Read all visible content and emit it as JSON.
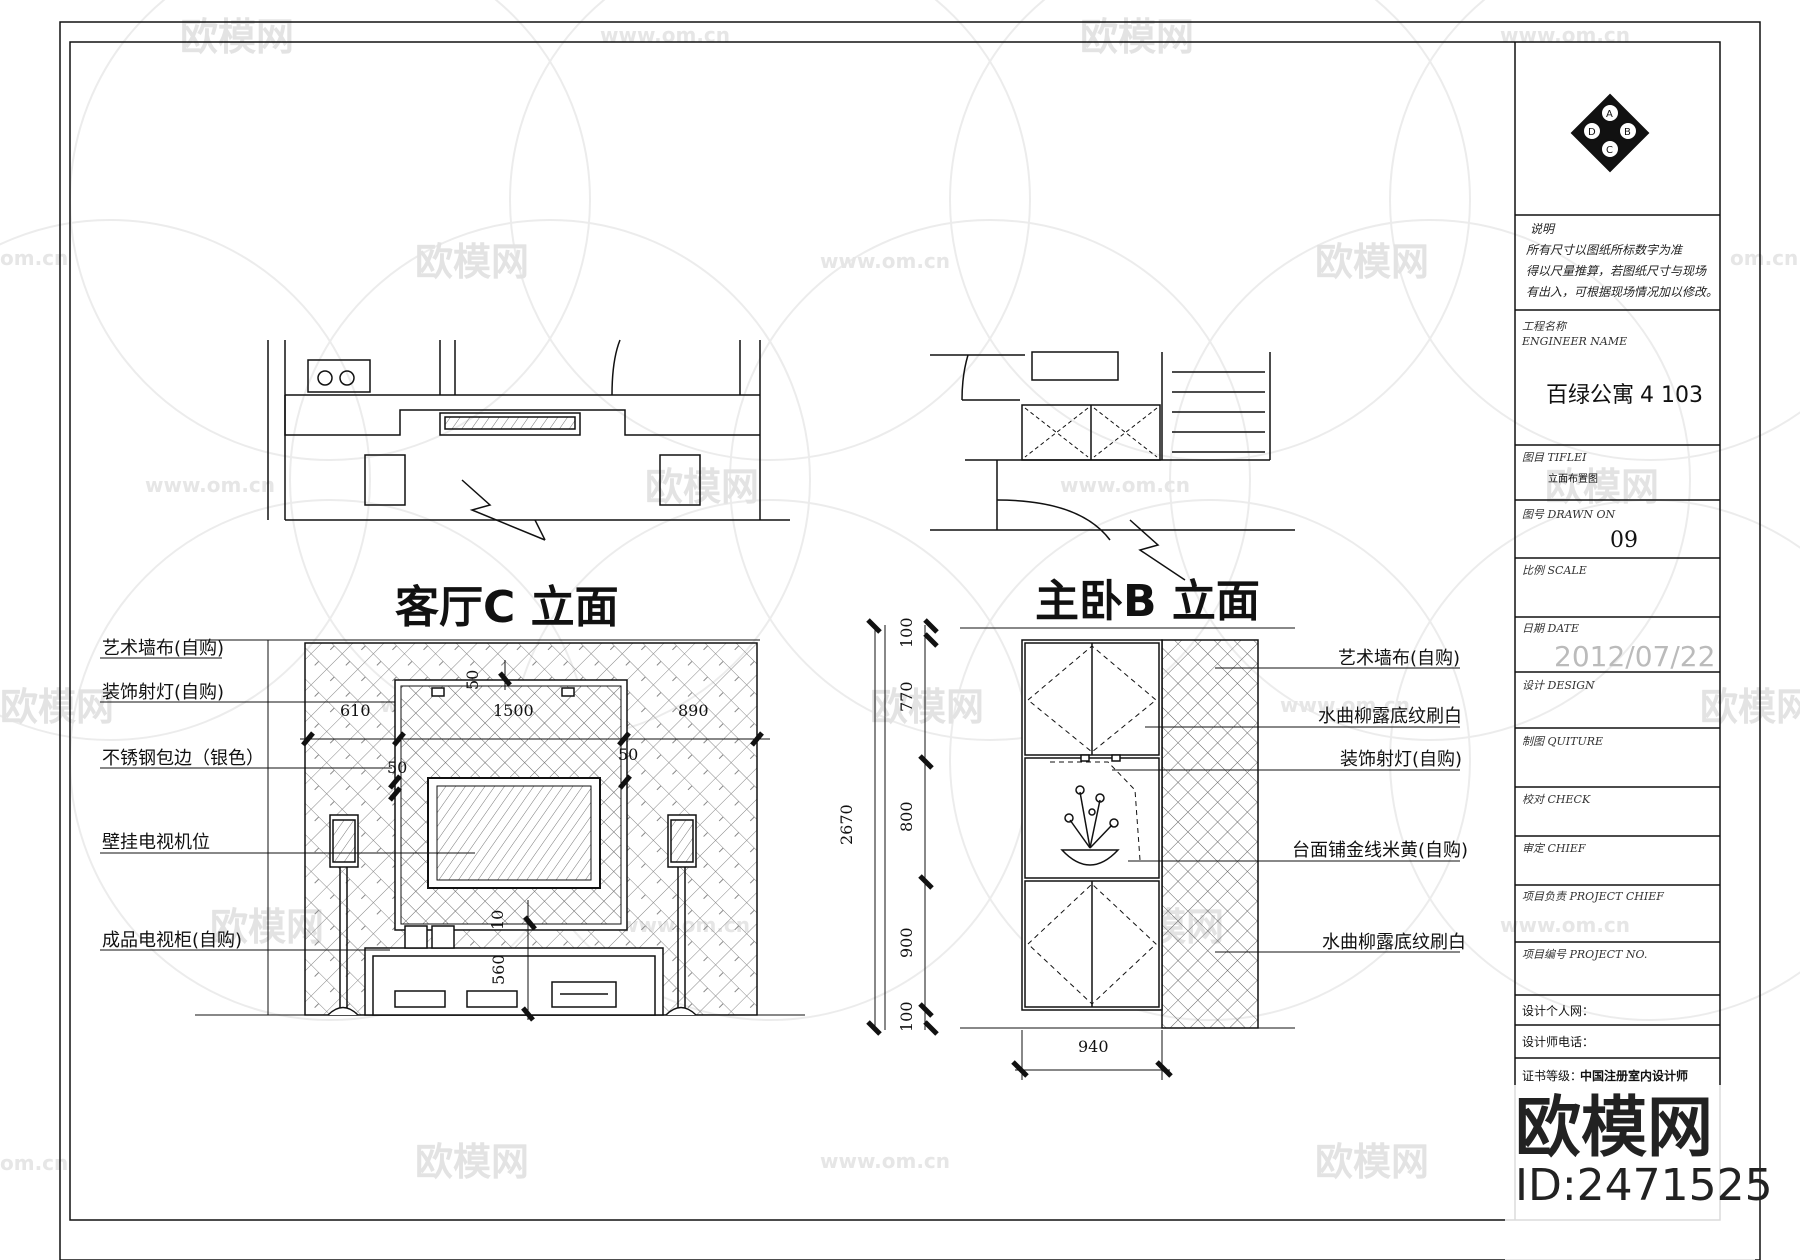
{
  "drawing": {
    "living_room": {
      "title": "客厅C 立面",
      "dimensions": {
        "top": "50",
        "left_span": "610",
        "mid_span": "1500",
        "right_span": "890",
        "left_frame": "50",
        "right_frame": "50",
        "bottom_gap": "10",
        "cabinet_height": "560"
      },
      "labels": [
        "艺术墙布(自购)",
        "装饰射灯(自购)",
        "不锈钢包边（银色）",
        "壁挂电视机位",
        "成品电视柜(自购)"
      ]
    },
    "master_bedroom": {
      "title": "主卧B 立面",
      "dimensions": {
        "total_height": "2670",
        "seg_top": "100",
        "seg_upper": "770",
        "seg_mid": "800",
        "seg_lower": "900",
        "seg_bottom": "100",
        "width": "940"
      },
      "labels": [
        "艺术墙布(自购)",
        "水曲柳露底纹刷白",
        "装饰射灯(自购)",
        "台面铺金线米黄(自购)",
        "水曲柳露底纹刷白"
      ]
    }
  },
  "title_block": {
    "notes_title": "说明",
    "notes_lines": [
      "所有尺寸以图纸所标数字为准",
      "得以尺量推算，若图纸尺寸与现场",
      "有出入，可根据现场情况加以修改。"
    ],
    "engineer_label_cn": "工程名称",
    "engineer_label_en": "ENGINEER NAME",
    "project_name": "百绿公寓",
    "project_number": "4  103",
    "title_label": "图目 TIFLEI",
    "title_value": "立面布置图",
    "drawn_label": "图号 DRAWN ON",
    "drawn_value": "09",
    "scale_label": "比例 SCALE",
    "date_label": "日期 DATE",
    "date_value": "2012/07/22",
    "design_label": "设计 DESIGN",
    "quiture_label": "制图 QUITURE",
    "check_label": "校对 CHECK",
    "chief_label": "审定 CHIEF",
    "project_chief_label": "项目负责 PROJECT CHIEF",
    "project_no_label": "项目编号 PROJECT NO.",
    "website_label": "设计个人网：",
    "phone_label": "设计师电话：",
    "cert_label": "证书等级：",
    "cert_value": "中国注册室内设计师",
    "logo_letters": [
      "A",
      "D",
      "B",
      "C"
    ]
  },
  "watermark": {
    "brand": "欧模网",
    "url": "www.om.cn",
    "url_short": "om.cn",
    "stamp_brand": "欧模网",
    "stamp_id": "ID:2471525"
  },
  "colors": {
    "line": "#111111",
    "watermark": "#e3e3e3",
    "hatch": "#888888"
  }
}
